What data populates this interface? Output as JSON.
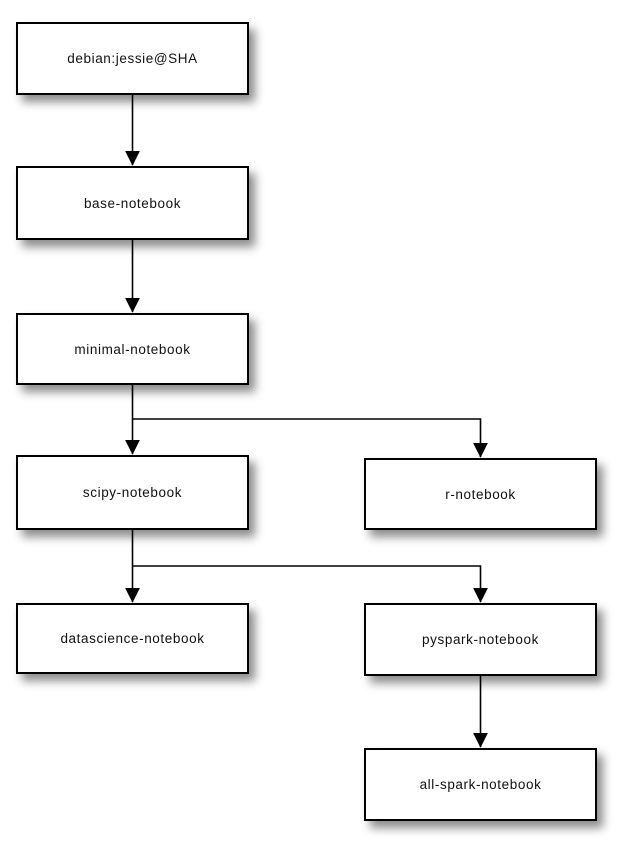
{
  "diagram": {
    "nodes": {
      "debian": {
        "label": "debian:jessie@SHA"
      },
      "base": {
        "label": "base-notebook"
      },
      "minimal": {
        "label": "minimal-notebook"
      },
      "scipy": {
        "label": "scipy-notebook"
      },
      "r": {
        "label": "r-notebook"
      },
      "datascience": {
        "label": "datascience-notebook"
      },
      "pyspark": {
        "label": "pyspark-notebook"
      },
      "allspark": {
        "label": "all-spark-notebook"
      }
    },
    "edges": [
      {
        "from": "debian:jessie@SHA",
        "to": "base-notebook"
      },
      {
        "from": "base-notebook",
        "to": "minimal-notebook"
      },
      {
        "from": "minimal-notebook",
        "to": "scipy-notebook"
      },
      {
        "from": "minimal-notebook",
        "to": "r-notebook"
      },
      {
        "from": "scipy-notebook",
        "to": "datascience-notebook"
      },
      {
        "from": "scipy-notebook",
        "to": "pyspark-notebook"
      },
      {
        "from": "pyspark-notebook",
        "to": "all-spark-notebook"
      }
    ],
    "colors": {
      "node_fill": "#ffffff",
      "node_border": "#000000",
      "edge": "#000000",
      "background": "#ffffff"
    }
  }
}
